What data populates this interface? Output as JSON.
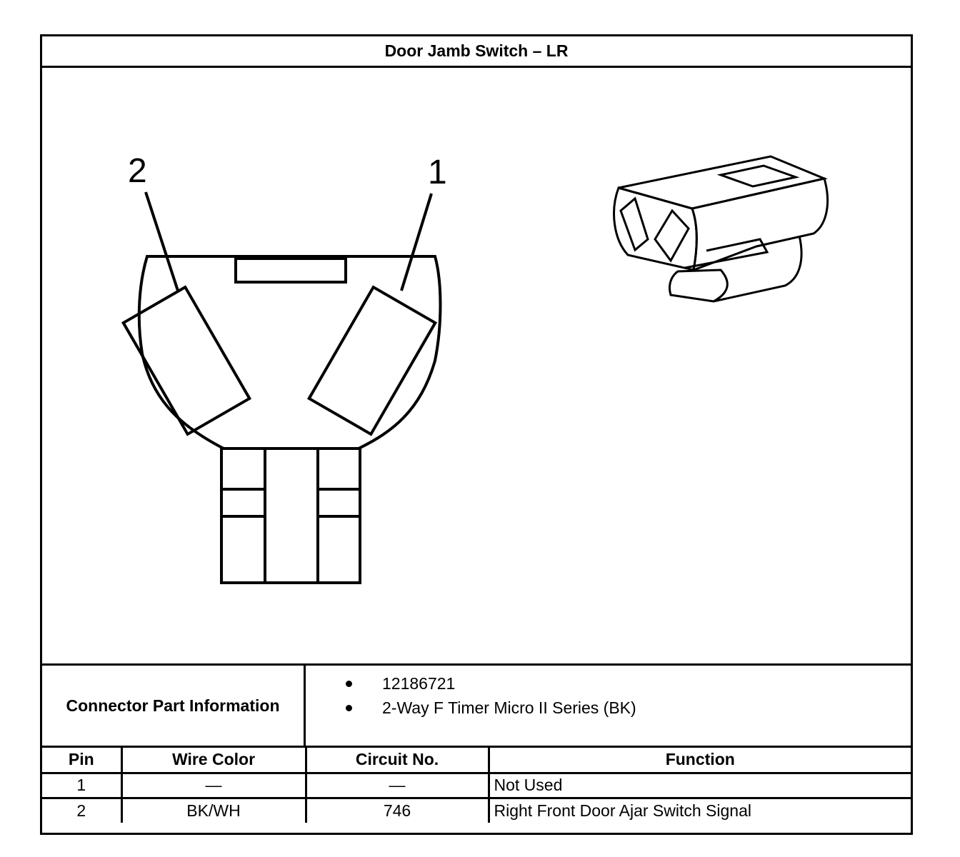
{
  "title": "Door Jamb Switch – LR",
  "diagram": {
    "pin_labels": [
      "2",
      "1"
    ]
  },
  "connector_info": {
    "label": "Connector Part Information",
    "items": [
      "12186721",
      "2-Way F Timer Micro II Series (BK)"
    ]
  },
  "pin_table": {
    "headers": [
      "Pin",
      "Wire Color",
      "Circuit No.",
      "Function"
    ],
    "rows": [
      {
        "pin": "1",
        "wire_color": "—",
        "circuit": "—",
        "function": "Not Used"
      },
      {
        "pin": "2",
        "wire_color": "BK/WH",
        "circuit": "746",
        "function": "Right Front Door Ajar Switch Signal"
      }
    ]
  }
}
